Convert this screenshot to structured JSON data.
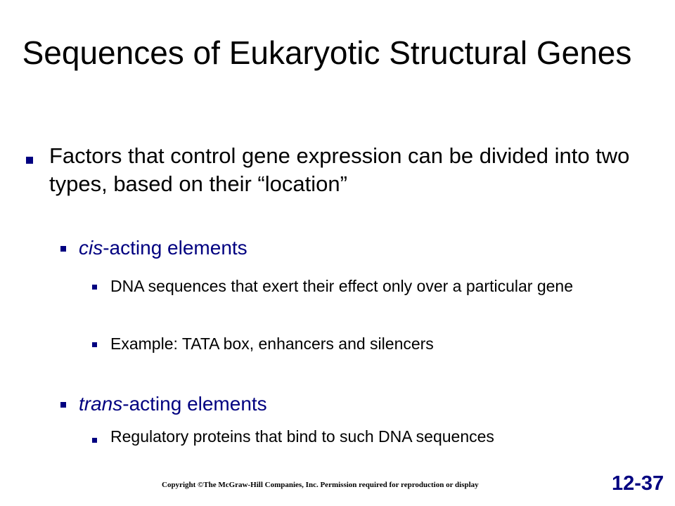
{
  "slide": {
    "title": "Sequences of Eukaryotic Structural Genes",
    "bullets": {
      "main": "Factors that control gene expression can be divided into two types, based on their “location”",
      "cis": {
        "italic": "cis",
        "rest": "-acting elements",
        "items": [
          "DNA sequences that exert their effect only over a particular gene",
          "Example: TATA box, enhancers and silencers"
        ]
      },
      "trans": {
        "italic": "trans",
        "rest": "-acting elements",
        "items": [
          "Regulatory proteins that bind to such DNA sequences"
        ]
      }
    },
    "copyright": "Copyright ©The McGraw-Hill Companies, Inc. Permission required for reproduction or display",
    "slide_number": "12-37",
    "colors": {
      "bullet": "#000080",
      "accent_text": "#000080",
      "text": "#000000"
    }
  }
}
